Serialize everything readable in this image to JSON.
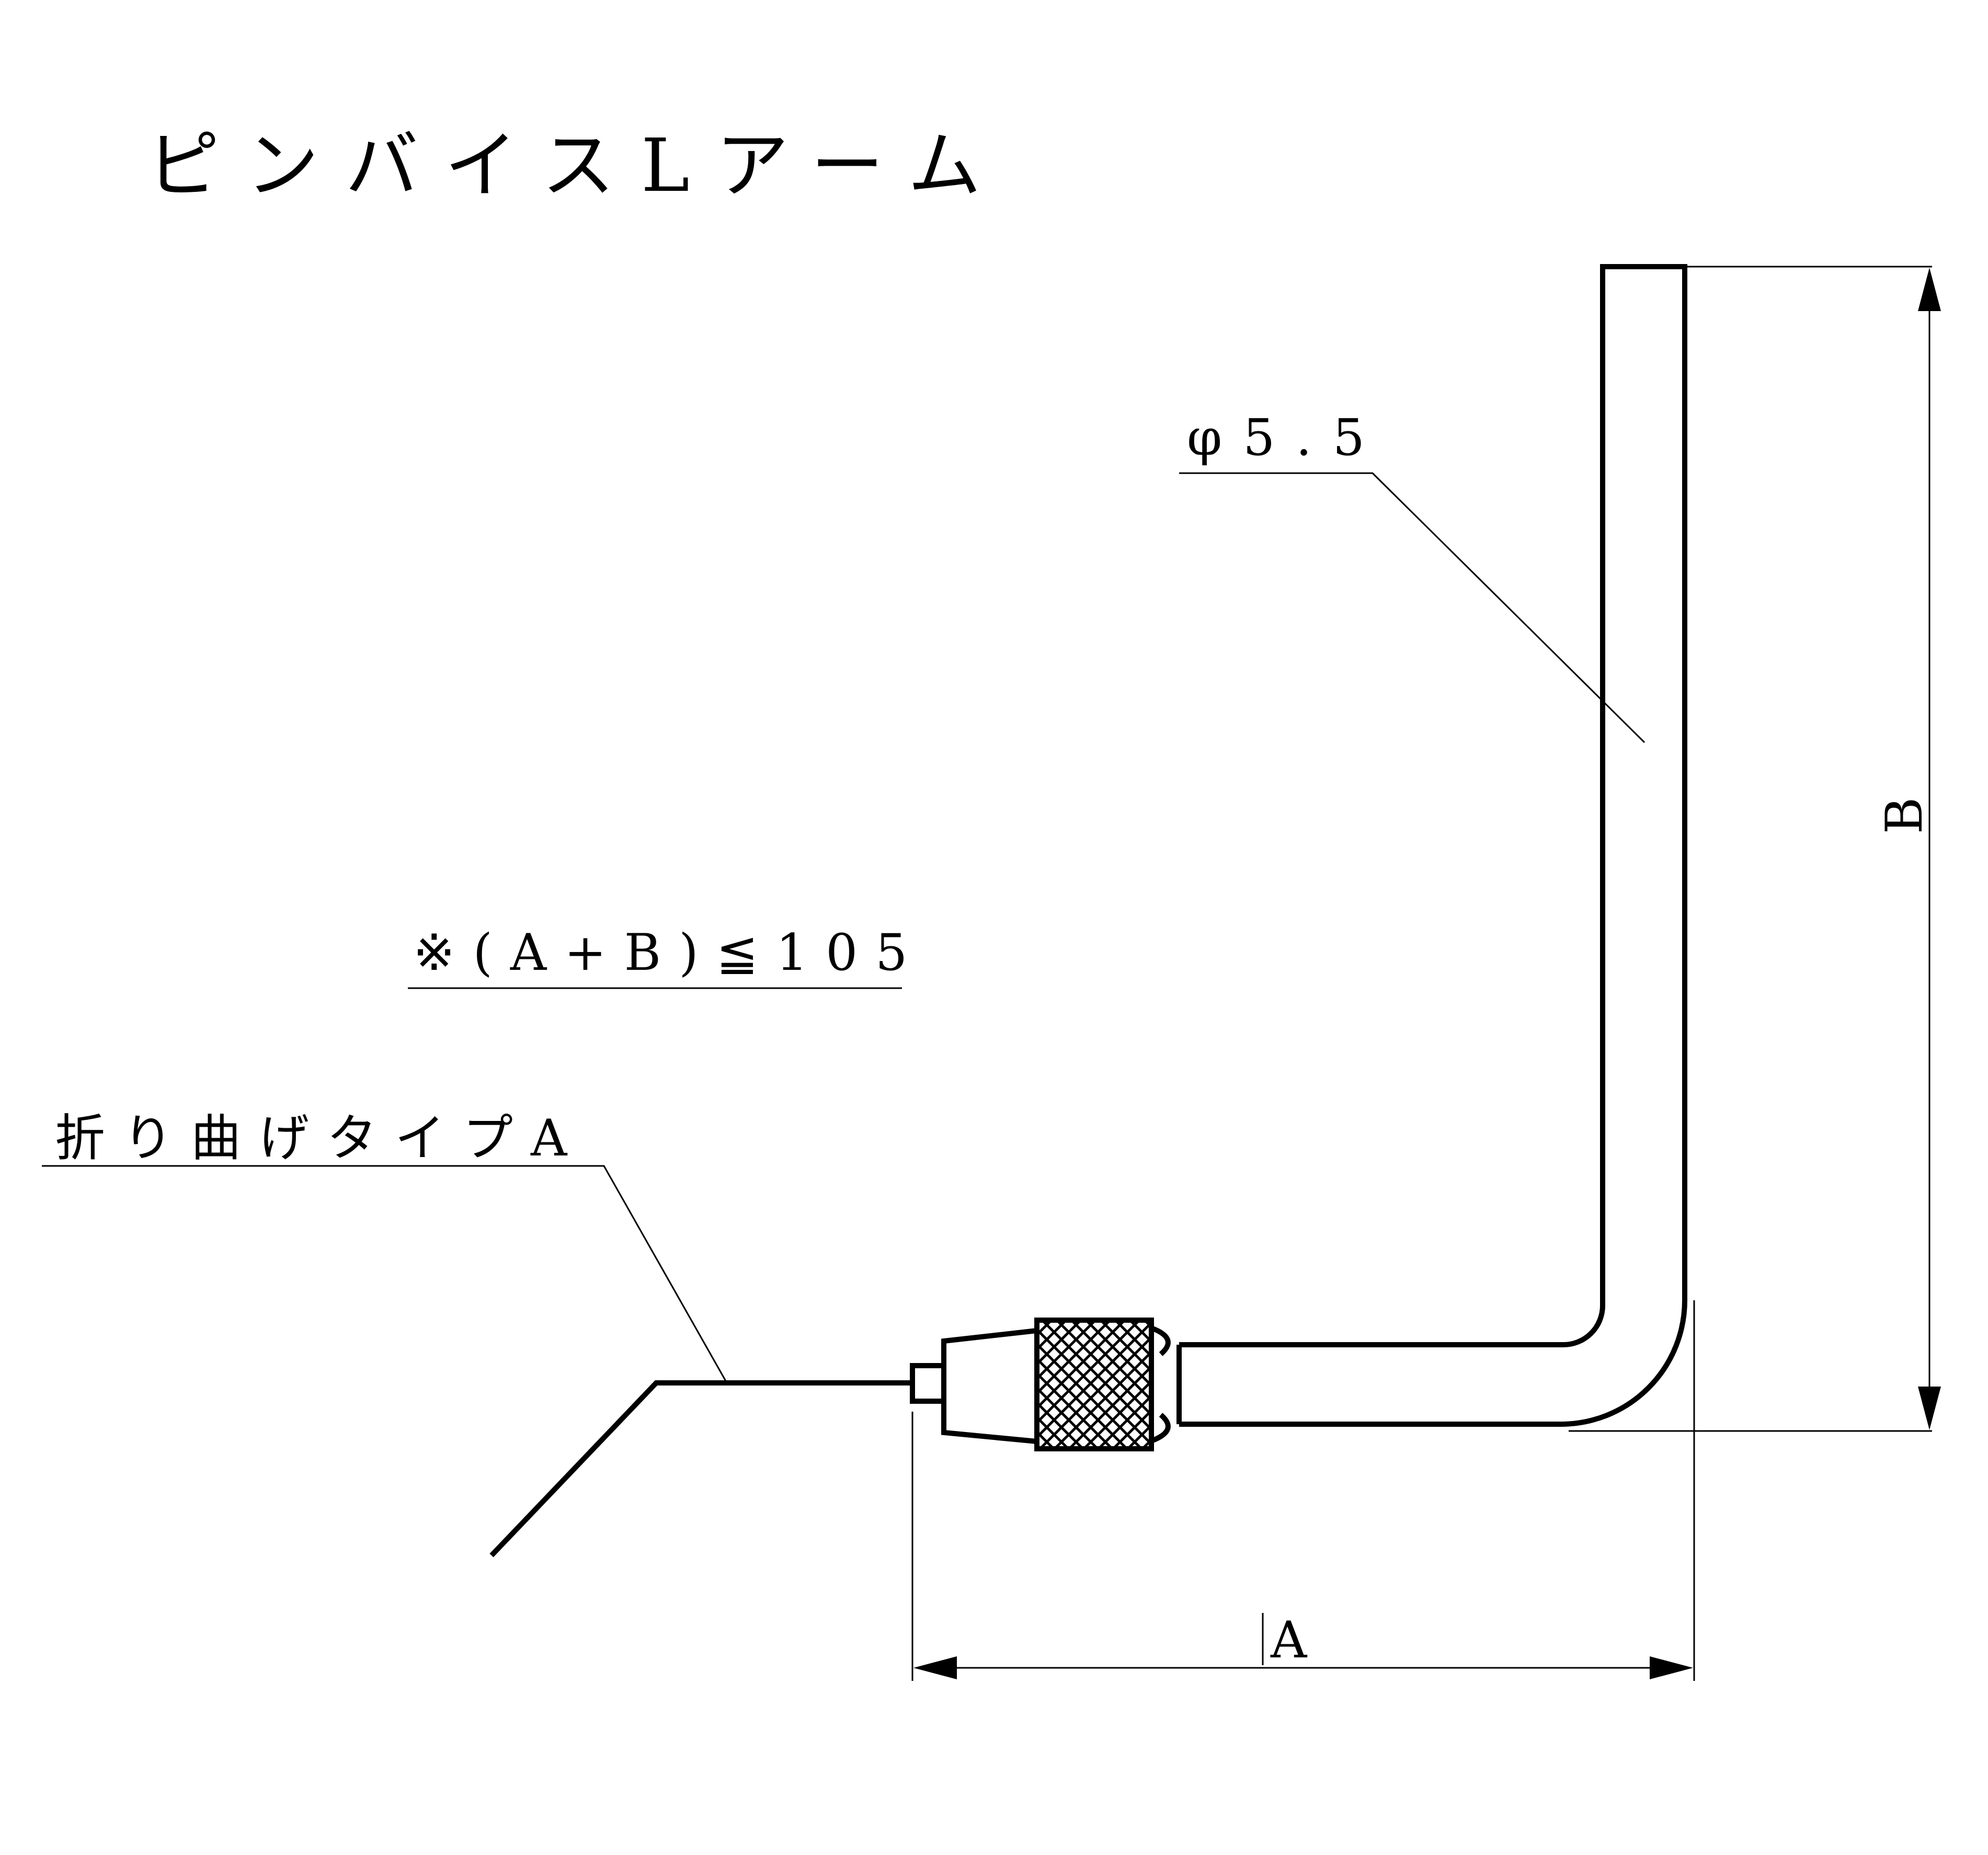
{
  "title": "ピンバイスLアーム",
  "diameter_label": "φ5.5",
  "constraint_note": "※(A+B)≦105",
  "type_label": "折り曲げタイプA",
  "dimension_a_label": "A",
  "dimension_b_label": "B",
  "colors": {
    "ink": "#000000",
    "paper": "#ffffff"
  }
}
